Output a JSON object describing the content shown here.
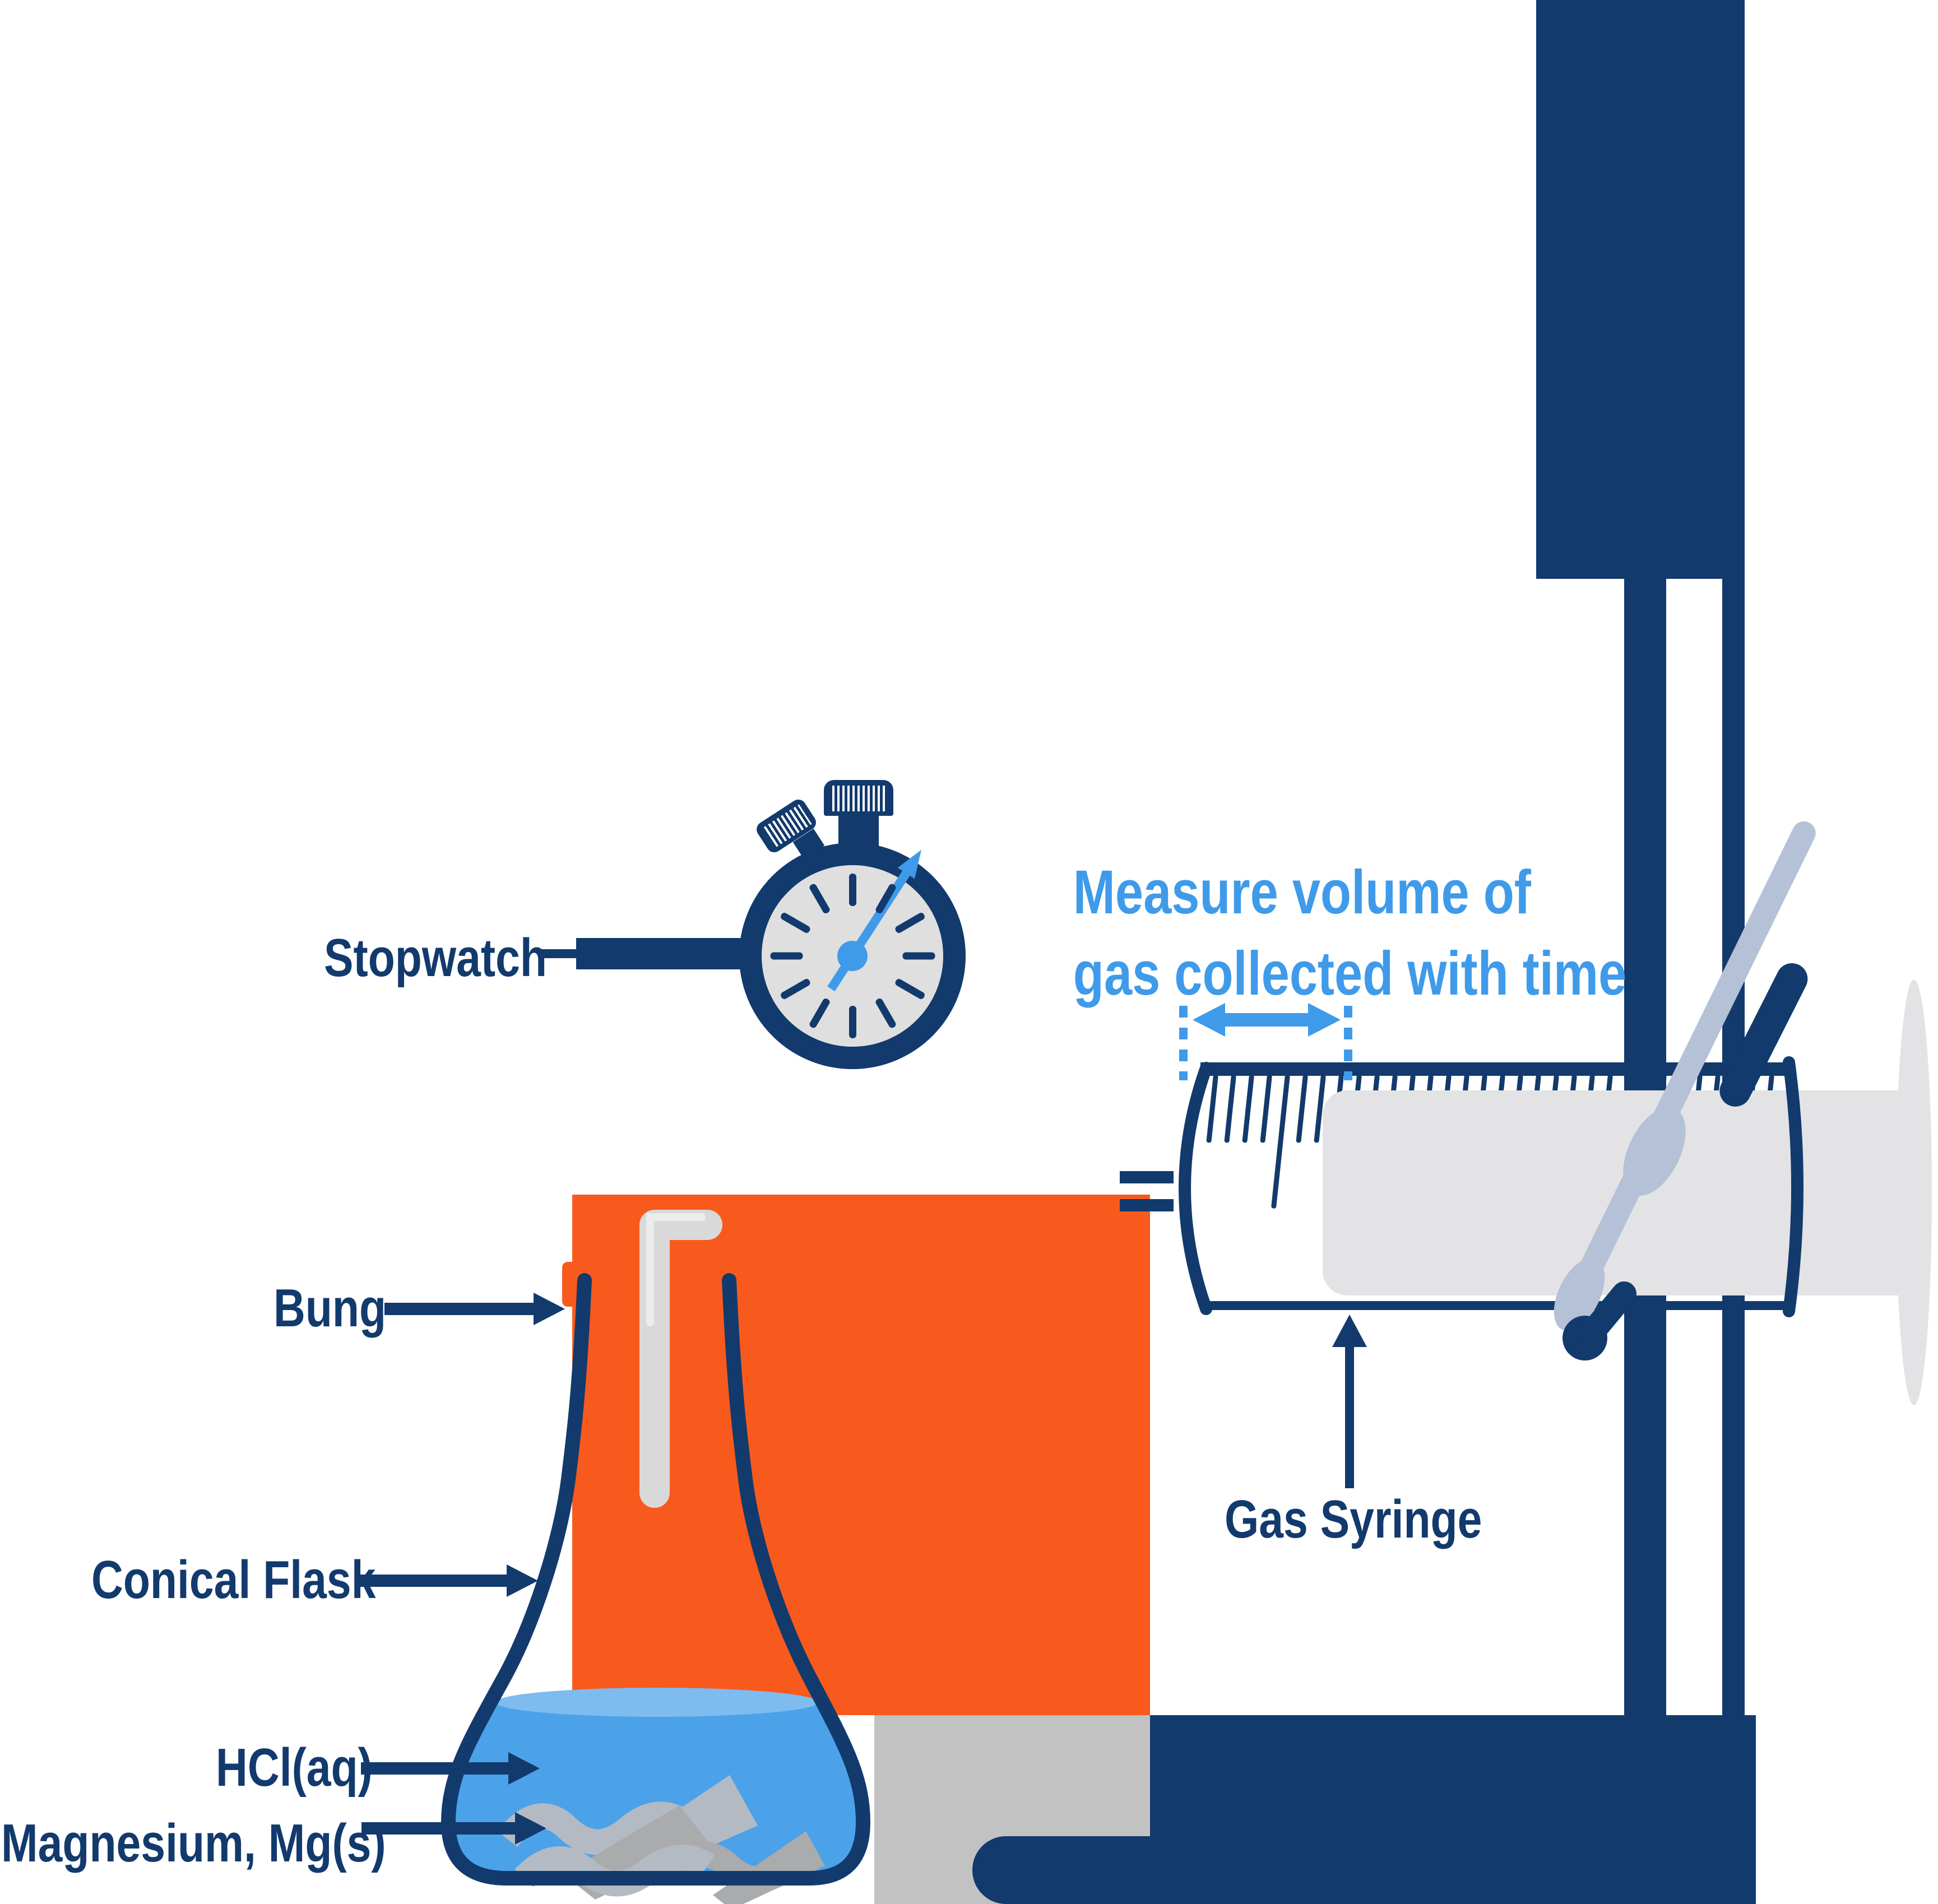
{
  "labels": {
    "stopwatch": "Stopwatch",
    "bung": "Bung",
    "conical_flask": "Conical Flask",
    "hcl": "HCl(aq)",
    "magnesium": "Magnesium, Mg(s)",
    "gas_syringe": "Gas Syringe"
  },
  "annotation": {
    "line1": "Measure volume of",
    "line2": "gas collected with time"
  },
  "colors": {
    "navy": "#123A6D",
    "orange": "#F85A1D",
    "accent": "#3F9BE9",
    "liquid": "#4BA2E8",
    "liquid_surface": "#7EBBEF",
    "face": "#DFDFDF",
    "plunger": "#E3E3E5",
    "tube": "#D9D9D9",
    "clamp": "#B5C1D6",
    "mg_light": "#B3BAC4",
    "mg_dark": "#A9ABAD",
    "base_gray": "#C2C2C2"
  }
}
